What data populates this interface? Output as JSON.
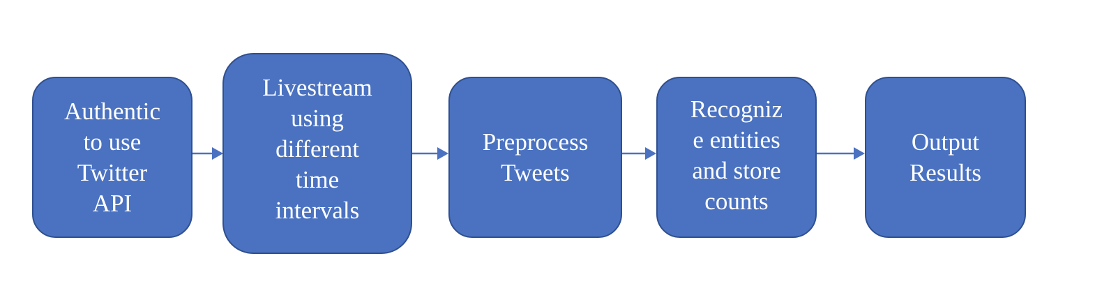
{
  "diagram": {
    "steps": [
      {
        "label": "Authentic\nto use\nTwitter\nAPI"
      },
      {
        "label": "Livestream\nusing\ndifferent\ntime\nintervals"
      },
      {
        "label": "Preprocess\nTweets"
      },
      {
        "label": "Recogniz\ne entities\nand store\ncounts"
      },
      {
        "label": "Output\nResults"
      }
    ],
    "colors": {
      "node_fill": "#4a72c0",
      "node_border": "#2f4f8f",
      "arrow": "#4a72c0",
      "text": "#ffffff"
    }
  }
}
